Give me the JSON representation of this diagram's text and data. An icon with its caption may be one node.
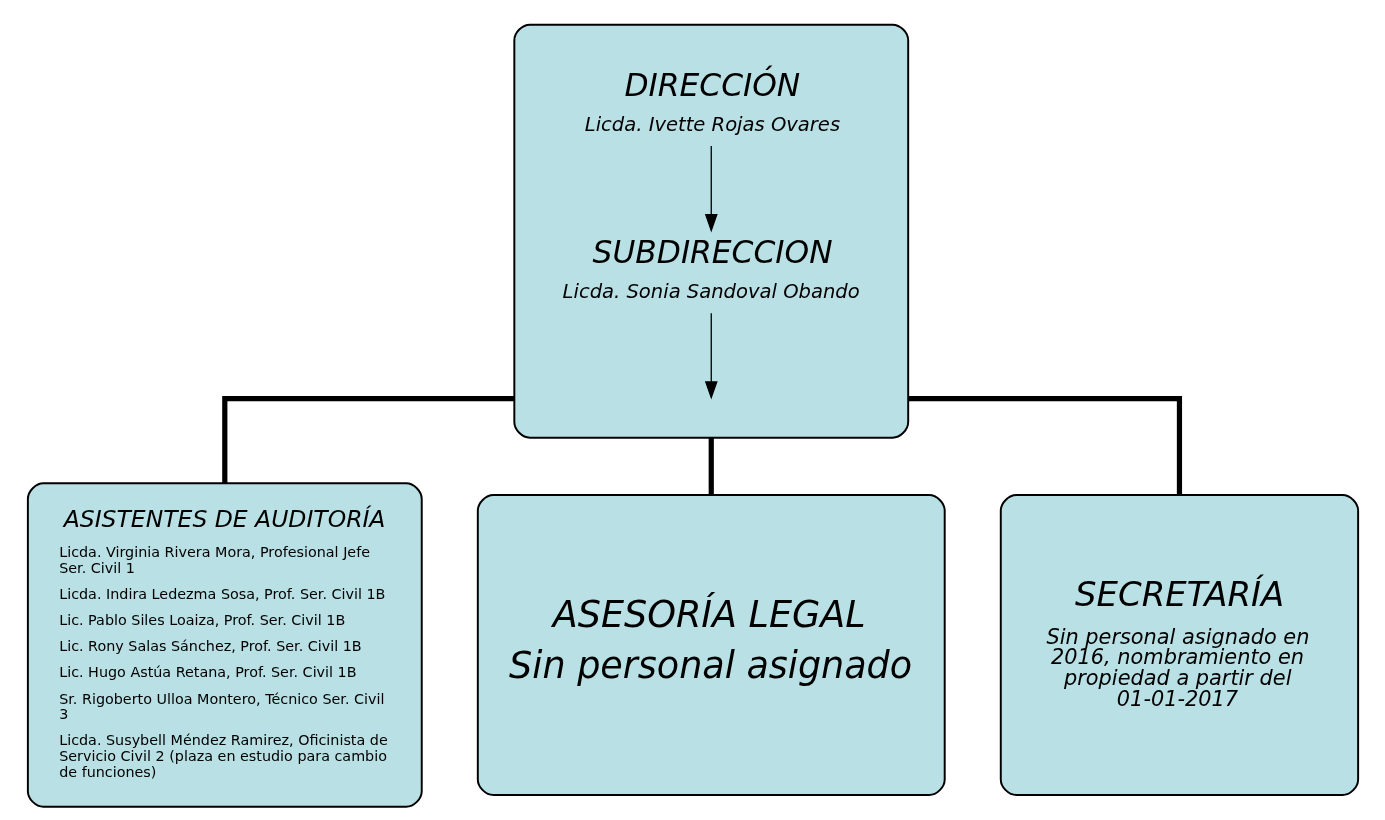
{
  "diagram": {
    "nodes": [
      {
        "text": [],
        "shape": "box"
      },
      {
        "text": [
          "DIRECCIÓN",
          "Licda. Ivette Rojas Ovares"
        ],
        "in": 0
      },
      {
        "text": [
          "SUBDIRECCION",
          "Licda. Sonia Sandoval Obando"
        ],
        "in": 0
      },
      {
        "text": [
          "ASISTENTES DE AUDITORÍA",
          "Licda. Virginia Rivera Mora, Profesional Jefe Ser. Civil 1",
          "Licda. Indira Ledezma Sosa, Prof. Ser. Civil 1B",
          "Lic. Pablo Siles Loaiza, Prof. Ser. Civil 1B",
          "Lic. Rony Salas Sánchez, Prof. Ser. Civil 1B",
          "Lic. Hugo Astúa Retana, Prof. Ser. Civil 1B",
          "Sr. Rigoberto Ulloa Montero, Técnico Ser. Civil 3",
          "Licda. Susybell Méndez Ramirez, Oficinista de Servicio Civil 2 (plaza en estudio para cambio de funciones)"
        ]
      },
      {
        "text": [
          "ASESORÍA LEGAL",
          "Sin personal asignado"
        ]
      },
      {
        "text": [
          "SECRETARÍA",
          "Sin personal asignado en 2016, nombramiento en propiedad a partir del 01-01-2017"
        ]
      }
    ],
    "edges": [
      {
        "from": 1,
        "to": 2,
        "arrow": "to"
      },
      {
        "from": 2,
        "to": null,
        "arrow": "to"
      },
      {
        "from": 0,
        "to": 3,
        "arrow": "none"
      },
      {
        "from": 0,
        "to": 4,
        "arrow": "none"
      },
      {
        "from": 0,
        "to": 5,
        "arrow": "none"
      }
    ]
  }
}
